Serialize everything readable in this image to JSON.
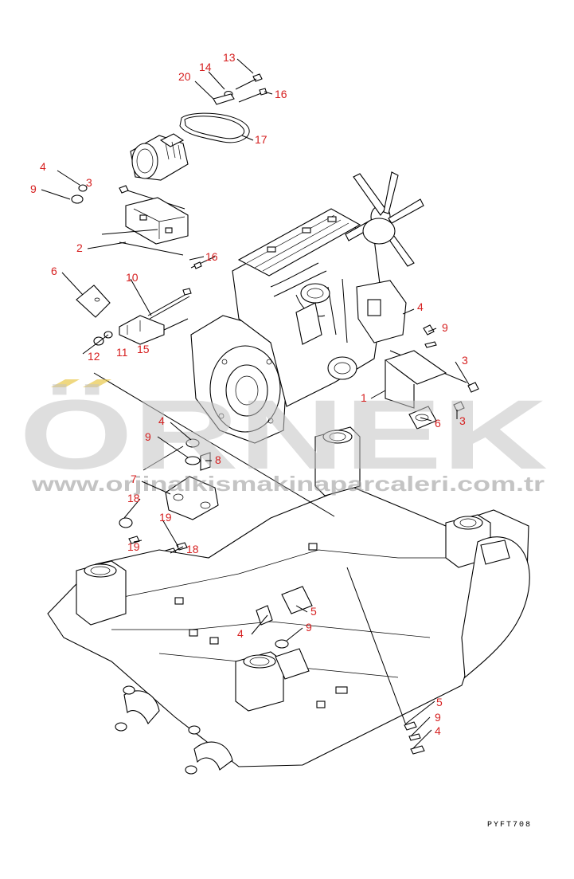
{
  "diagram": {
    "labels": [
      "13",
      "14",
      "20",
      "16",
      "17",
      "4",
      "3",
      "9",
      "2",
      "16",
      "6",
      "10",
      "12",
      "11",
      "15",
      "4",
      "9",
      "3",
      "1",
      "6",
      "3",
      "4",
      "9",
      "8",
      "7",
      "18",
      "19",
      "19",
      "18",
      "5",
      "9",
      "4",
      "5",
      "9",
      "4"
    ],
    "drawing_code": "PYFT708"
  },
  "watermark": {
    "text": "ÖRNEK",
    "url": "www.orjinalkismakinaparcaleri.com.tr"
  },
  "colors": {
    "label": "#d62020",
    "watermark_text": "#c4c4c4",
    "watermark_accent": "#e8c84a"
  }
}
